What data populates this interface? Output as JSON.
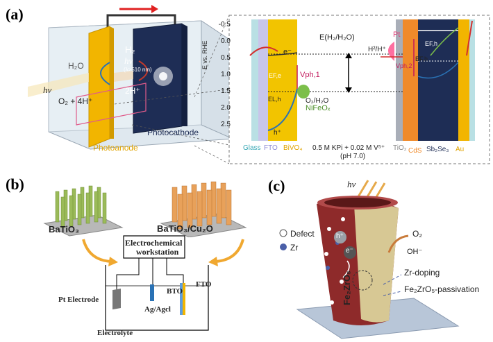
{
  "panel_a": {
    "label": "(a)",
    "device": {
      "left_h2o": "H₂O",
      "left_hv": "hν",
      "left_o2": "O₂ + 4H⁺",
      "right_h2": "H₂",
      "right_hv": "hν",
      "right_lambda": "(λ>510 nm)",
      "right_2h": "2H⁺",
      "photoanode": "Photoanode",
      "photocathode": "Photocathode"
    },
    "band": {
      "axis_label": "E vs. RHE",
      "ticks": [
        "-0.5",
        "0.0",
        "0.5",
        "1.0",
        "1.5",
        "2.0",
        "2.5"
      ],
      "e_h2": "E(H₂/H₂O)",
      "h2_hplus": "H²/H⁺",
      "o2_h2o": "O₂/H₂O",
      "v_ph1": "Vph,1",
      "v_ph2": "Vph,2",
      "ef_e": "EF,e",
      "ef_h": "EF,h",
      "el_h": "EL,h",
      "e_fh": "EF,h",
      "nife": "NiFeOₓ",
      "pt": "Pt",
      "electron": "e⁻",
      "hole": "h⁺",
      "electrolyte_1": "0.5 M KPi + 0.02 M V⁵⁺",
      "electrolyte_2": "(pH 7.0)",
      "layers": [
        "Glass",
        "FTO",
        "BiVO₄",
        "TiO₂",
        "CdS",
        "Sb₂Se₃",
        "Au"
      ]
    },
    "colors": {
      "photoanode_gold": "#f2b500",
      "photocathode_navy": "#1e2d55",
      "glass_cyan": "#9fd3d8",
      "cds_orange": "#f08a2a",
      "tio2_gray": "#a9aeb8"
    }
  },
  "panel_b": {
    "label": "(b)",
    "batio3": "BaTiO₃",
    "batio3_cu2o": "BaTiO₃/Cu₂O",
    "workstation_1": "Electrochemical",
    "workstation_2": "workstation",
    "pt_electrode": "Pt Electrode",
    "ag_agcl": "Ag/Agcl",
    "bto": "BTO",
    "fto": "FTO",
    "electrolyte": "Electrolyte"
  },
  "panel_c": {
    "label": "(c)",
    "hv": "hν",
    "defect": "Defect",
    "zr": "Zr",
    "o2": "O₂",
    "oh": "OH⁻",
    "hole": "h⁺",
    "electron": "e⁻",
    "zr_doping": "Zr-doping",
    "passivation": "Fe₂ZrO₅-passivation",
    "shell": "Fe₂ZrO₅"
  }
}
